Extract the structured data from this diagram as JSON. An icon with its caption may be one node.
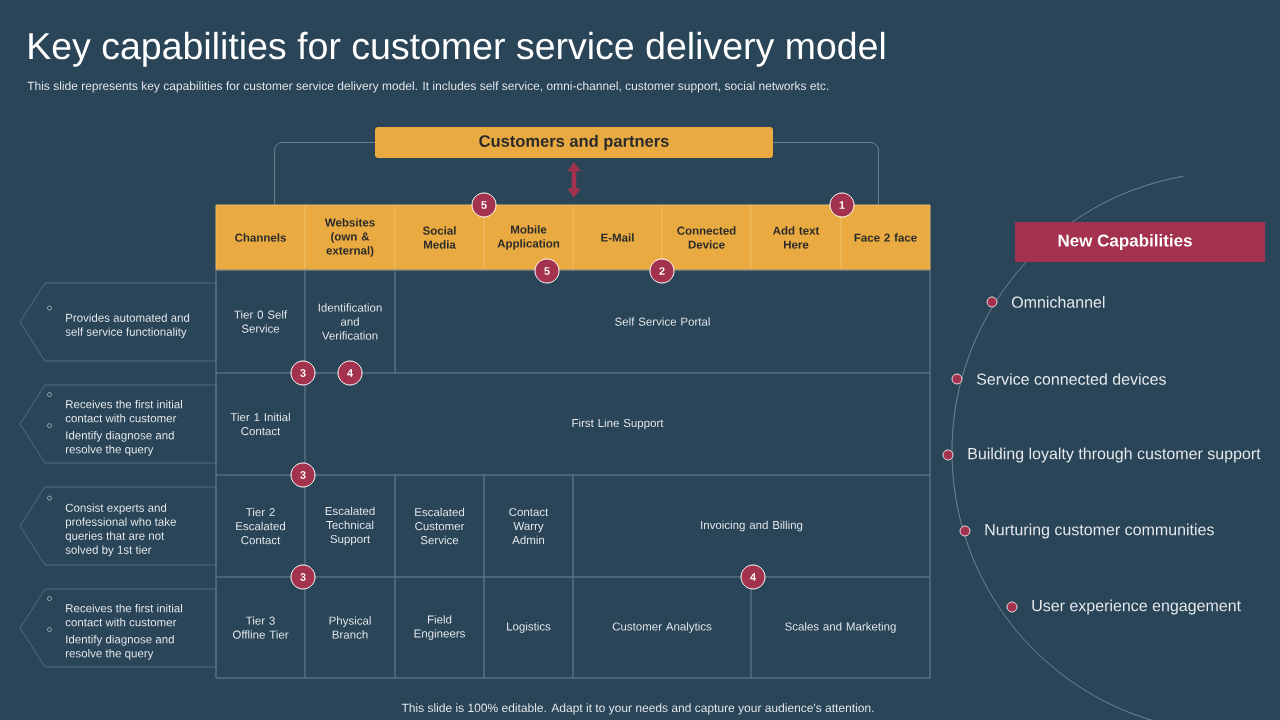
{
  "diagram": {
    "title": "Key capabilities for customer service delivery model",
    "nodes": [
      {
        "text": [
          "Customers and partners"
        ]
      },
      {
        "text": [],
        "shape": "box"
      },
      {
        "text": [
          "Channels"
        ],
        "in": 1
      },
      {
        "text": [
          "Websites (own & external)"
        ],
        "in": 1
      },
      {
        "text": [
          "Social Media"
        ],
        "in": 1
      },
      {
        "text": [
          "Mobile Application"
        ],
        "in": 1
      },
      {
        "text": [
          "E-Mail"
        ],
        "in": 1
      },
      {
        "text": [
          "Connected Device"
        ],
        "in": 1
      },
      {
        "text": [
          "Add text Here"
        ],
        "in": 1
      },
      {
        "text": [
          "Face 2 face"
        ],
        "in": 1
      },
      {
        "text": [
          "Tier 0 Self Service"
        ],
        "in": 1
      },
      {
        "text": [
          "Identification and Verification"
        ],
        "in": 1
      },
      {
        "text": [
          "Self Service Portal"
        ],
        "in": 1
      },
      {
        "text": [
          "Tier 1 Initial Contact"
        ],
        "in": 1
      },
      {
        "text": [
          "First Line Support"
        ],
        "in": 1
      },
      {
        "text": [
          "Tier 2 Escalated Contact"
        ],
        "in": 1
      },
      {
        "text": [
          "Escalated Technical Support"
        ],
        "in": 1
      },
      {
        "text": [
          "Escalated Customer Service"
        ],
        "in": 1
      },
      {
        "text": [
          "Contact Warry Admin"
        ],
        "in": 1
      },
      {
        "text": [
          "Invoicing and Billing"
        ],
        "in": 1
      },
      {
        "text": [
          "Tier 3 Offline Tier"
        ],
        "in": 1
      },
      {
        "text": [
          "Physical Branch"
        ],
        "in": 1
      },
      {
        "text": [
          "Field Engineers"
        ],
        "in": 1
      },
      {
        "text": [
          "Logistics"
        ],
        "in": 1
      },
      {
        "text": [
          "Customer Analytics"
        ],
        "in": 1
      },
      {
        "text": [
          "Scales and Marketing"
        ],
        "in": 1
      },
      {
        "text": [
          "Provides automated and self service functionality"
        ]
      },
      {
        "text": [
          "Receives the first initial contact with customer",
          "Identify diagnose and resolve the query"
        ]
      },
      {
        "text": [
          "Consist experts and professional who take queries that are not solved by 1st tier"
        ]
      },
      {
        "text": [
          "Receives the first initial contact with customer",
          "Identify diagnose and resolve the query"
        ]
      },
      {
        "text": [
          "New Capabilities"
        ]
      }
    ],
    "edges": [
      {
        "from": 0,
        "to": 1,
        "arrow": "both",
        "style": "thick",
        "color": "#a3324e"
      },
      {
        "from": 0,
        "to": 1,
        "arrow": "none"
      },
      {
        "from": 0,
        "to": 1,
        "arrow": "none"
      }
    ],
    "labels": [
      "This slide represents key capabilities for customer service delivery model. It includes self service, omni-channel, customer support, social networks etc.",
      "5",
      "1",
      "5",
      "2",
      "3",
      "4",
      "3",
      "3",
      "4",
      "Omnichannel",
      "Service connected devices",
      "Building loyalty through customer support",
      "Nurturing customer communities",
      "User experience engagement",
      "This slide is 100% editable. Adapt it to your needs and capture your audience's attention."
    ]
  }
}
